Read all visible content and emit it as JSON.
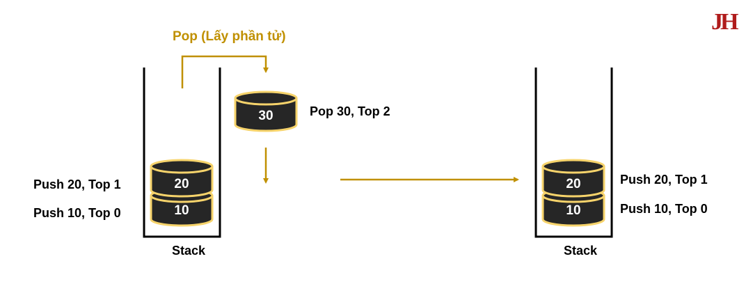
{
  "logo": {
    "text": "JH",
    "color": "#b01c1c"
  },
  "colors": {
    "accent": "#c09000",
    "disk_fill": "#262626",
    "disk_border": "#f6d36b",
    "stack_line": "#000000"
  },
  "pop_label": "Pop (Lấy phần tử)",
  "popped": {
    "value": "30",
    "label": "Pop 30, Top 2"
  },
  "stack_before": {
    "label": "Stack",
    "items": [
      {
        "value": "20",
        "label": "Push 20, Top 1"
      },
      {
        "value": "10",
        "label": "Push 10, Top 0"
      }
    ]
  },
  "stack_after": {
    "label": "Stack",
    "items": [
      {
        "value": "20",
        "label": "Push 20, Top 1"
      },
      {
        "value": "10",
        "label": "Push 10, Top 0"
      }
    ]
  }
}
